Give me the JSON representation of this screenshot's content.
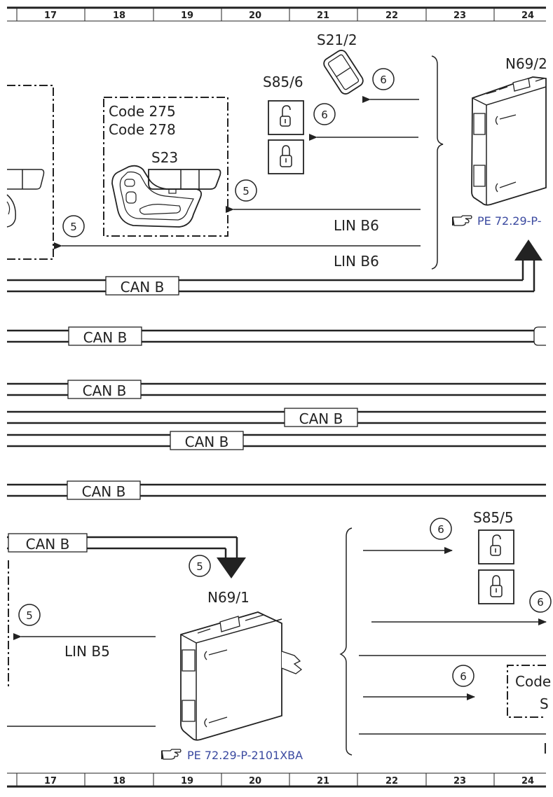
{
  "ruler": {
    "columns": [
      "17",
      "18",
      "19",
      "20",
      "21",
      "22",
      "23",
      "24"
    ]
  },
  "components": {
    "s21_2": "S21/2",
    "s85_6": "S85/6",
    "n69_2": "N69/2",
    "code_275": "Code 275",
    "code_278": "Code 278",
    "s23": "S23",
    "s85_5": "S85/5",
    "n69_1": "N69/1",
    "code_partial": "Code",
    "s_partial": "S"
  },
  "buses": {
    "lin_b6_upper": "LIN B6",
    "lin_b6_lower": "LIN B6",
    "lin_b5": "LIN B5",
    "can_b": "CAN B",
    "i_partial": "I"
  },
  "badges": {
    "b6_s21": "6",
    "b6_s85": "6",
    "b5_s23": "5",
    "b5_left": "5",
    "b6_s85_5": "6",
    "b5_can": "5",
    "b5_lin": "5",
    "b6_right": "6",
    "b6_code": "6"
  },
  "references": {
    "n69_2_ref": "PE 72.29-P-",
    "n69_1_ref": "PE 72.29-P-2101XBA"
  },
  "colors": {
    "line": "#222222",
    "link": "#3b4aa0"
  }
}
